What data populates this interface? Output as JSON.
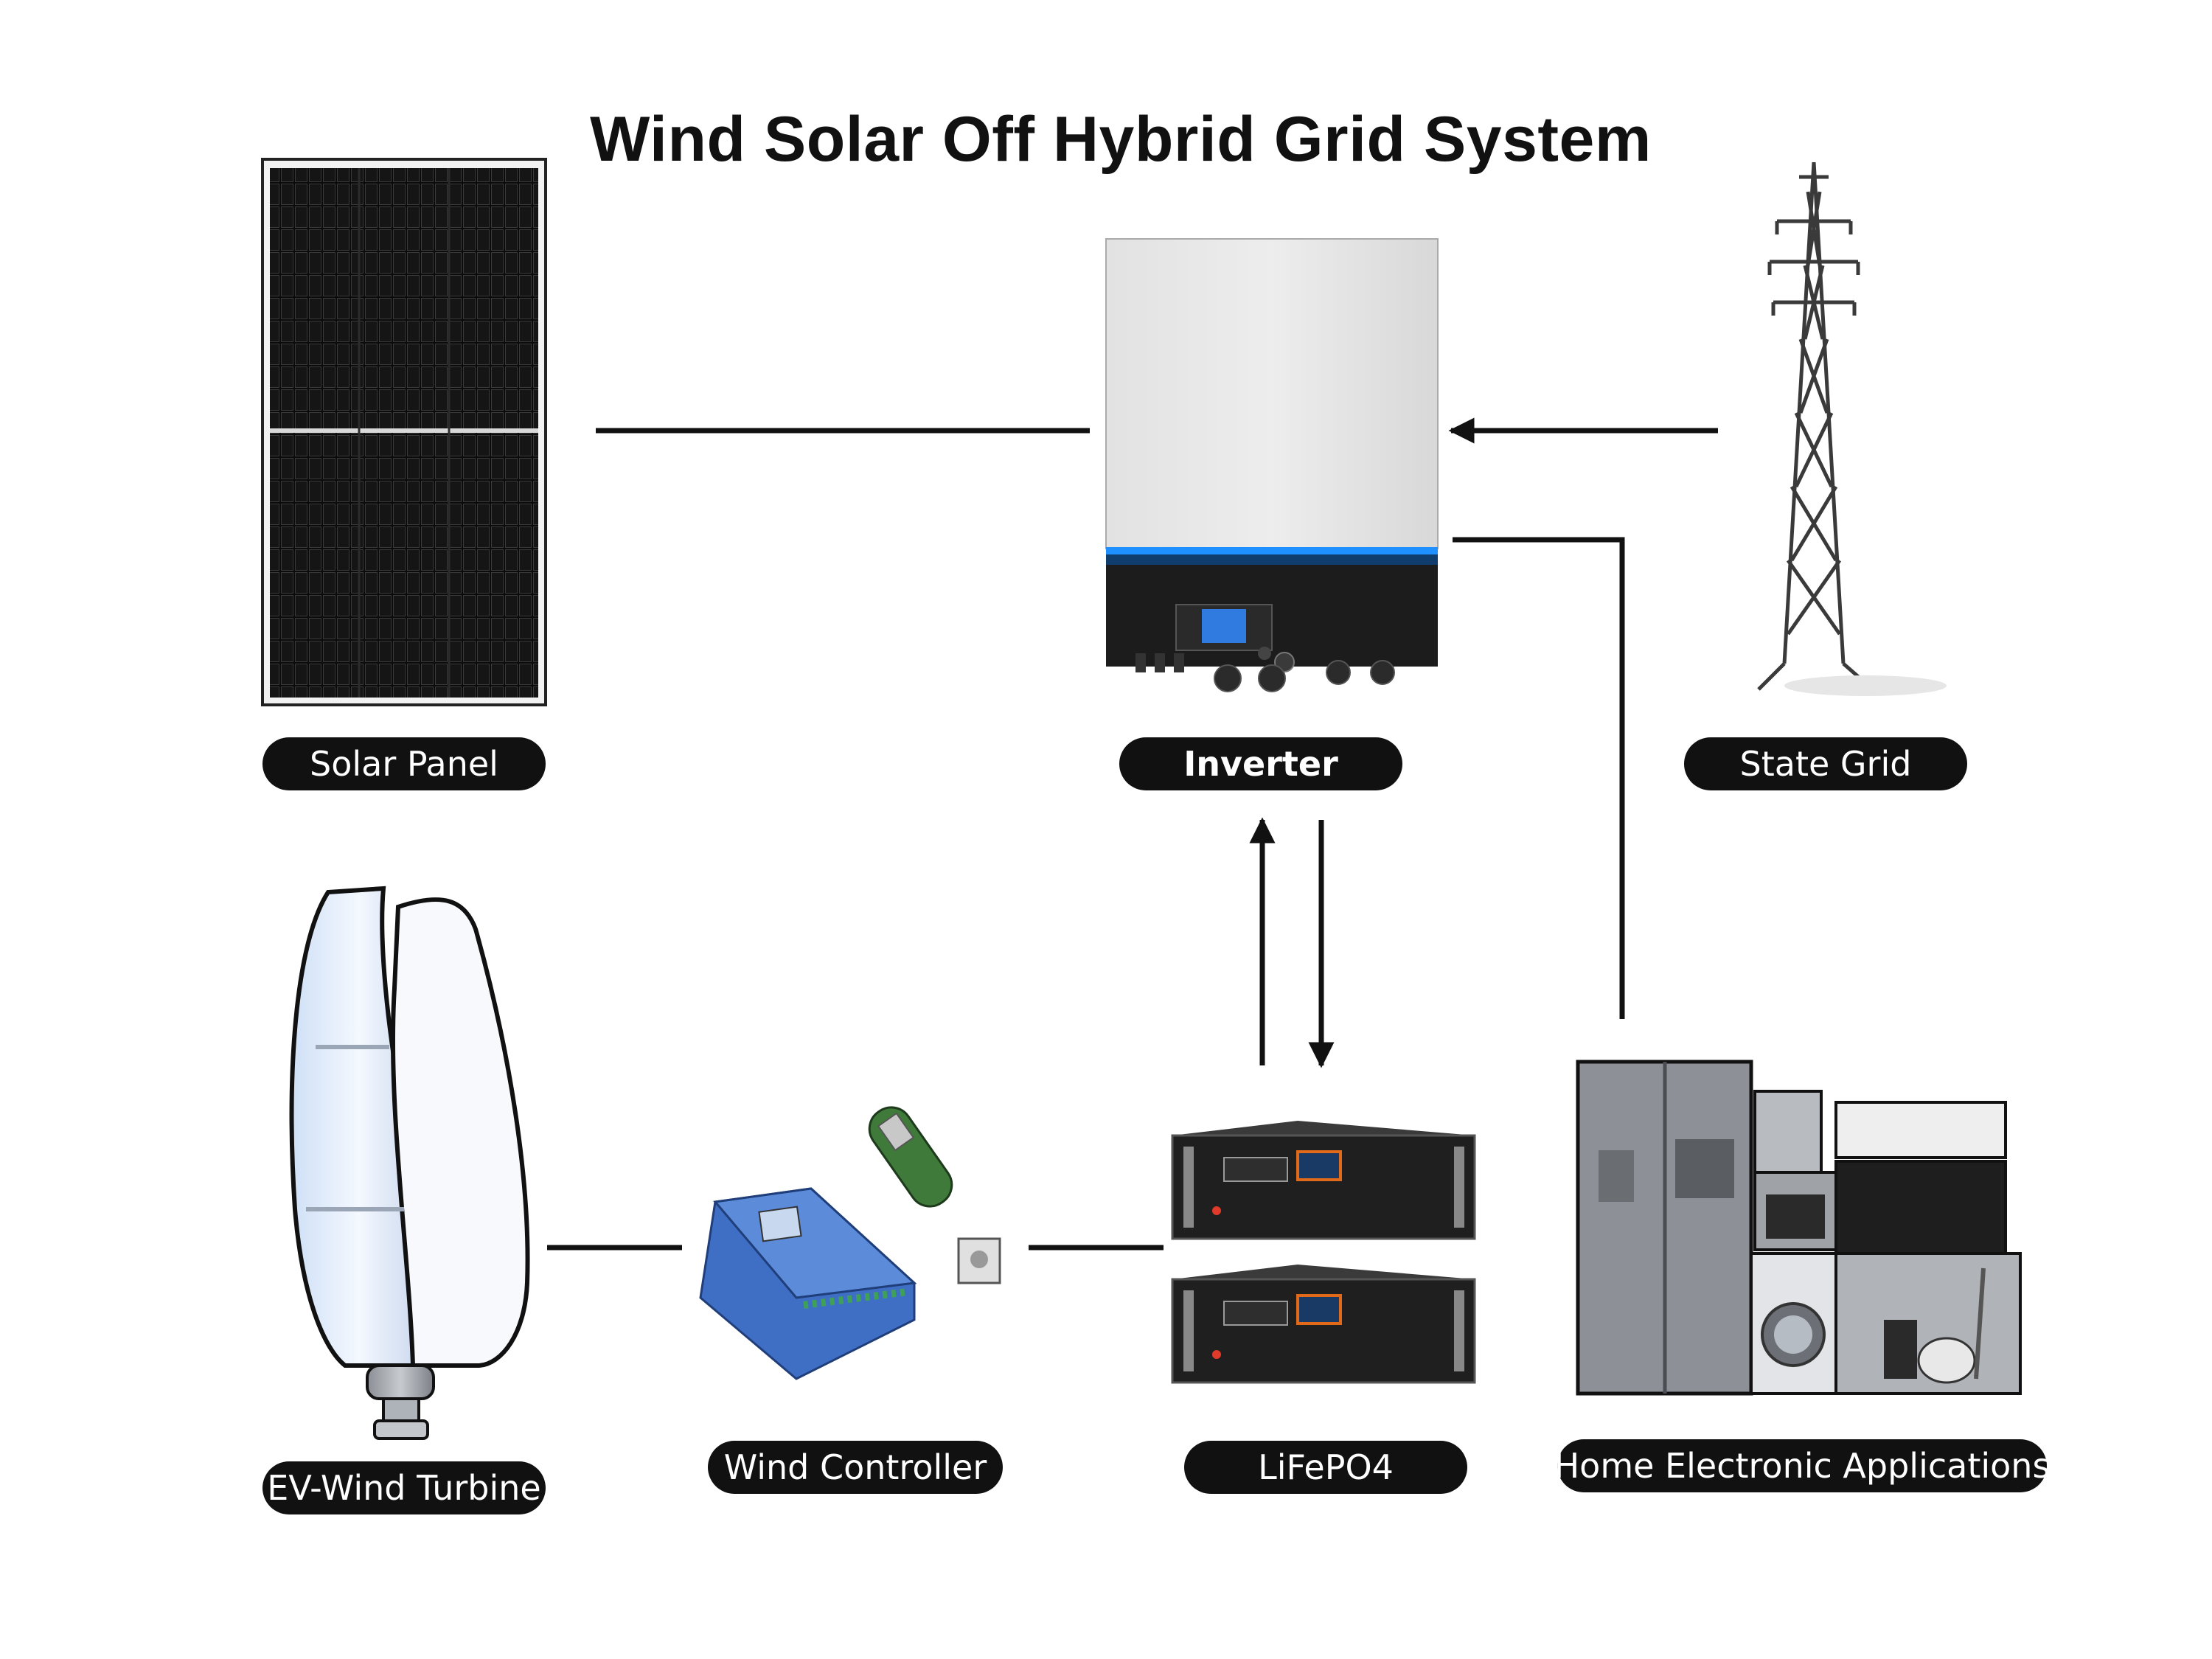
{
  "title": "Wind Solar Off Hybrid Grid System",
  "labels": {
    "solar_panel": "Solar Panel",
    "inverter": "Inverter",
    "state_grid": "State Grid",
    "wind_turbine": "EV-Wind Turbine",
    "wind_controller": "Wind Controller",
    "battery": "LiFePO4",
    "home_appliances": "Home Electronic Applications"
  },
  "colors": {
    "pill_bg": "#111111",
    "pill_text": "#ffffff",
    "connector": "#111111",
    "controller_blue": "#3f6fc4",
    "inverter_accent": "#1e90ff",
    "battery_screen_border": "#e06a1a"
  },
  "connections": [
    {
      "from": "solar_panel",
      "to": "inverter",
      "arrow": "none"
    },
    {
      "from": "state_grid",
      "to": "inverter",
      "arrow": "to"
    },
    {
      "from": "inverter",
      "to": "home_appliances",
      "arrow": "none"
    },
    {
      "from": "battery",
      "to": "inverter",
      "arrow": "to"
    },
    {
      "from": "inverter",
      "to": "battery",
      "arrow": "to"
    },
    {
      "from": "wind_turbine",
      "to": "wind_controller",
      "arrow": "none"
    },
    {
      "from": "wind_controller",
      "to": "battery",
      "arrow": "none"
    }
  ]
}
